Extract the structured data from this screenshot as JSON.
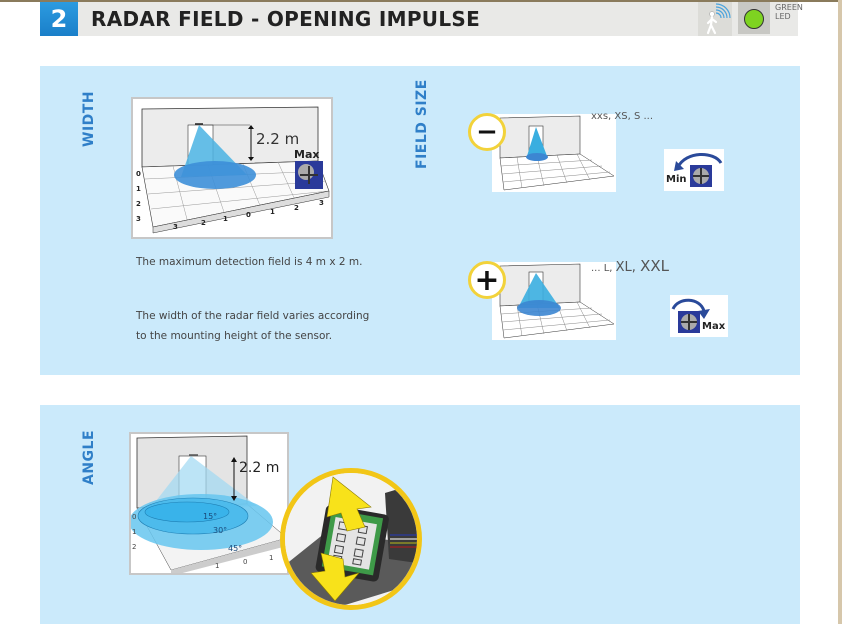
{
  "header": {
    "section_number": "2",
    "title": "RADAR FIELD - OPENING IMPULSE",
    "led_label_line1": "GREEN",
    "led_label_line2": "LED",
    "colors": {
      "badge": "#1f8ad4",
      "led": "#7ed321",
      "panel": "#cbeafb",
      "accent_text": "#2f7fc8",
      "ring": "#f2c617"
    }
  },
  "width_section": {
    "label": "WIDTH",
    "diagram": {
      "height_label": "2.2 m",
      "knob_label": "Max",
      "axis_left": [
        "0",
        "1",
        "2",
        "3"
      ],
      "axis_bottom": [
        "3",
        "2",
        "1",
        "0",
        "1",
        "2",
        "3"
      ]
    },
    "text_1": "The maximum detection field is 4 m x 2 m.",
    "text_2_line1": "The width of the radar field varies according",
    "text_2_line2": "to the mounting height of the sensor."
  },
  "field_size_section": {
    "label": "FIELD SIZE",
    "minus": {
      "symbol": "−",
      "sizes": "xxs, XS, S ...",
      "knob_label": "Min"
    },
    "plus": {
      "symbol": "+",
      "sizes_prefix": "... L, ",
      "sizes_xl": "XL, ",
      "sizes_xxl": "XXL",
      "knob_label": "Max"
    }
  },
  "angle_section": {
    "label": "ANGLE",
    "diagram": {
      "height_label": "2.2 m",
      "angles": [
        "15°",
        "30°",
        "45°"
      ],
      "axis_left": [
        "0",
        "1",
        "2"
      ],
      "axis_bottom": [
        "1",
        "0",
        "1"
      ]
    }
  }
}
